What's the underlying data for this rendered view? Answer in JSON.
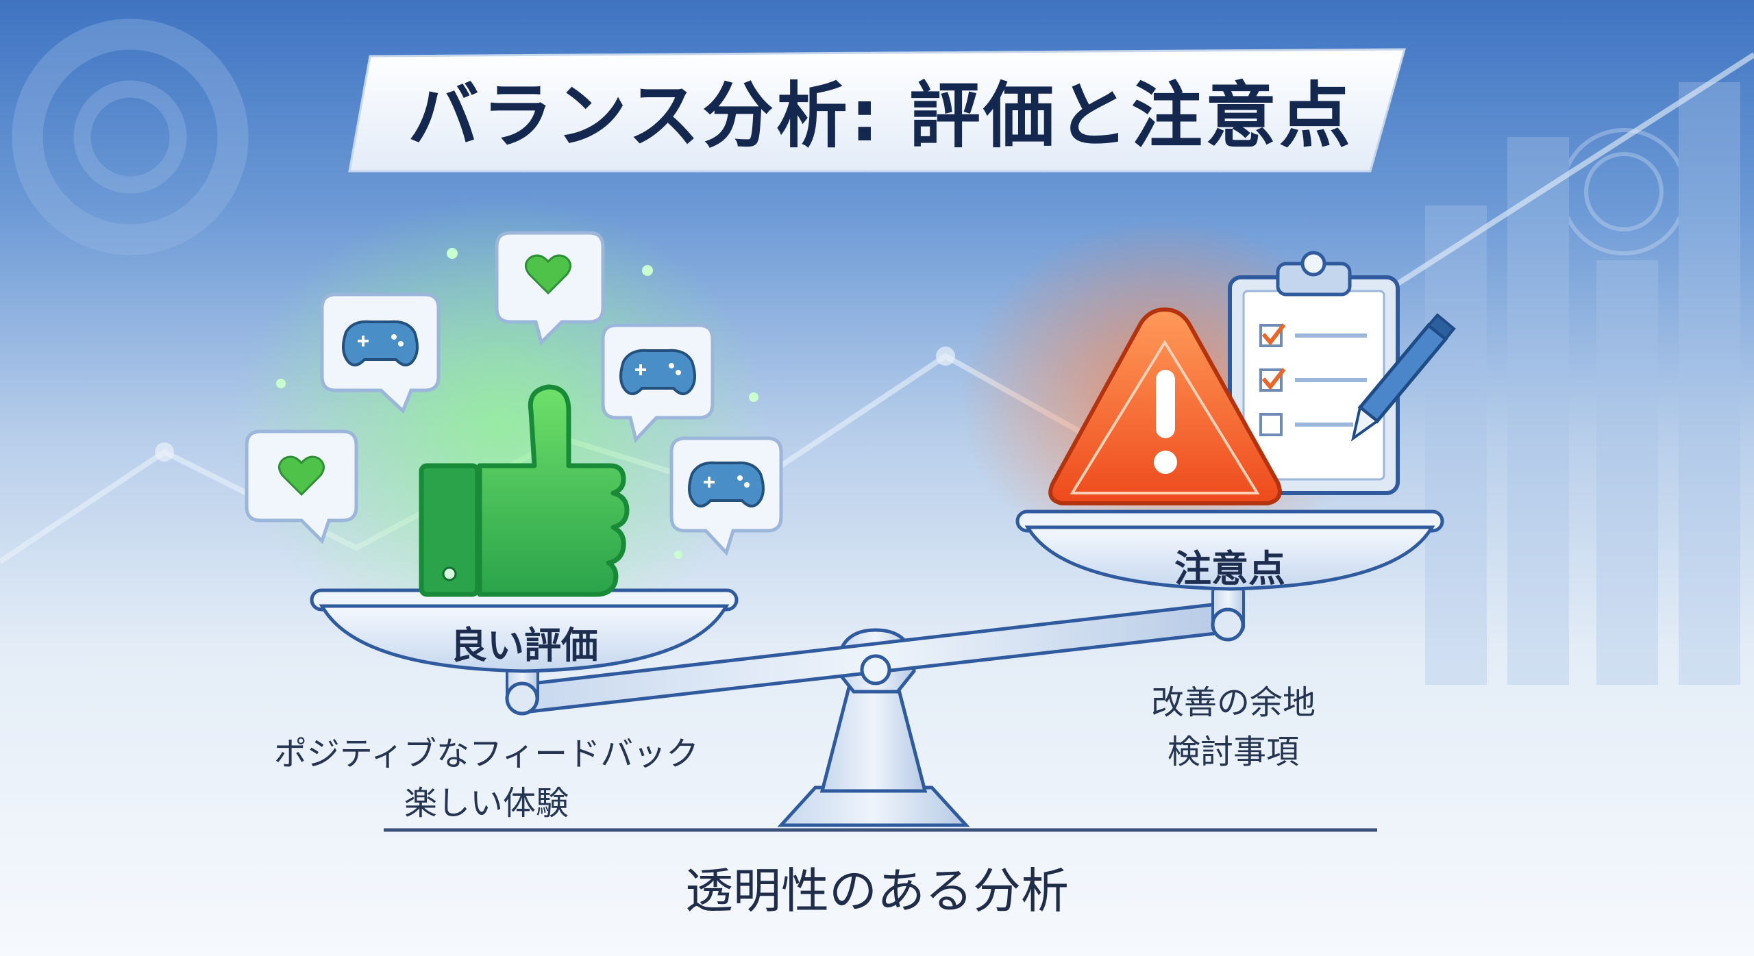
{
  "title": "バランス分析: 評価と注意点",
  "left_pan": {
    "label": "良い評価",
    "captions": [
      "ポジティブなフィードバック",
      "楽しい体験"
    ]
  },
  "right_pan": {
    "label": "注意点",
    "captions": [
      "改善の余地",
      "検討事項"
    ]
  },
  "footer": "透明性のある分析",
  "icons": [
    "thumbs-up-icon",
    "heart-icon",
    "gamepad-icon",
    "warning-icon",
    "clipboard-icon",
    "pen-icon",
    "balance-scale-icon"
  ],
  "colors": {
    "positive": "#3fbf4f",
    "warning": "#f0602a",
    "accent": "#2f5fae",
    "text": "#1d2d4f"
  }
}
